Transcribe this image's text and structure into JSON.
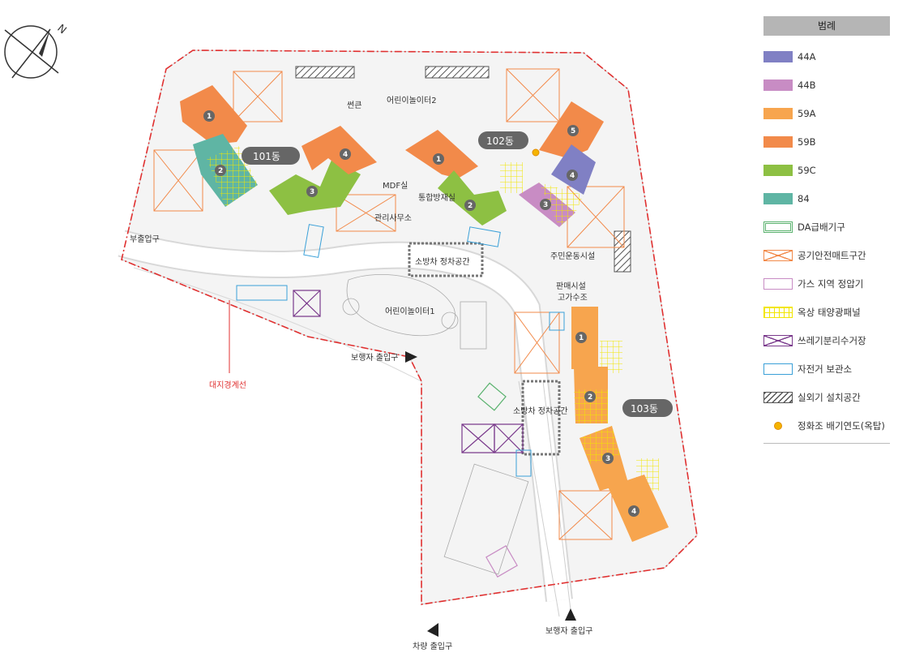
{
  "compass": {
    "north": "N"
  },
  "legend": {
    "title": "범례",
    "items": [
      {
        "label": "44A",
        "kind": "solid",
        "color": "#8080c4"
      },
      {
        "label": "44B",
        "kind": "solid",
        "color": "#c88cc4"
      },
      {
        "label": "59A",
        "kind": "solid",
        "color": "#f7a54e"
      },
      {
        "label": "59B",
        "kind": "solid",
        "color": "#f28a4a"
      },
      {
        "label": "59C",
        "kind": "solid",
        "color": "#8dc043"
      },
      {
        "label": "84",
        "kind": "solid",
        "color": "#5fb5a4"
      },
      {
        "label": "DA급배기구",
        "kind": "outline-double",
        "color": "#5ab26e"
      },
      {
        "label": "공기안전매트구간",
        "kind": "cross",
        "color": "#f28a4a"
      },
      {
        "label": "가스 지역 정압기",
        "kind": "outline",
        "color": "#c88cc4"
      },
      {
        "label": "옥상 태양광패널",
        "kind": "grid",
        "color": "#f2e600"
      },
      {
        "label": "쓰레기분리수거장",
        "kind": "cross",
        "color": "#7a3a8c"
      },
      {
        "label": "자전거 보관소",
        "kind": "outline",
        "color": "#3aa0d8"
      },
      {
        "label": "실외기 설치공간",
        "kind": "hatch",
        "color": "#555555"
      },
      {
        "label": "정화조 배기연도(옥탑)",
        "kind": "dot",
        "color": "#f5b400"
      }
    ]
  },
  "buildings": {
    "d101": "101동",
    "d102": "102동",
    "d103": "103동"
  },
  "unit_numbers": {
    "n1": "1",
    "n2": "2",
    "n3": "3",
    "n4": "4",
    "n5": "5"
  },
  "facilities": {
    "playground2": "어린이놀이터2",
    "sunken": "썬큰",
    "mdf": "MDF실",
    "control_room": "통합방재실",
    "mgmt_office": "관리사무소",
    "fitness": "주민운동시설",
    "fire_parking_top": "소방차 정차공간",
    "fire_parking_bottom": "소방차 정차공간",
    "retail": "판매시설",
    "water_tank": "고가수조",
    "playground1": "어린이놀이터1",
    "side_entrance": "부출입구",
    "ped_entrance_west": "보행자 출입구",
    "ped_entrance_south": "보행자 출입구",
    "vehicle_entrance": "차량 출입구",
    "site_boundary": "대지경계선"
  },
  "colors": {
    "boundary": "#e03030",
    "unit_44A": "#8080c4",
    "unit_44B": "#c88cc4",
    "unit_59A": "#f7a54e",
    "unit_59B": "#f28a4a",
    "unit_59C": "#8dc043",
    "unit_84": "#5fb5a4",
    "dong_label_bg": "#666666"
  }
}
